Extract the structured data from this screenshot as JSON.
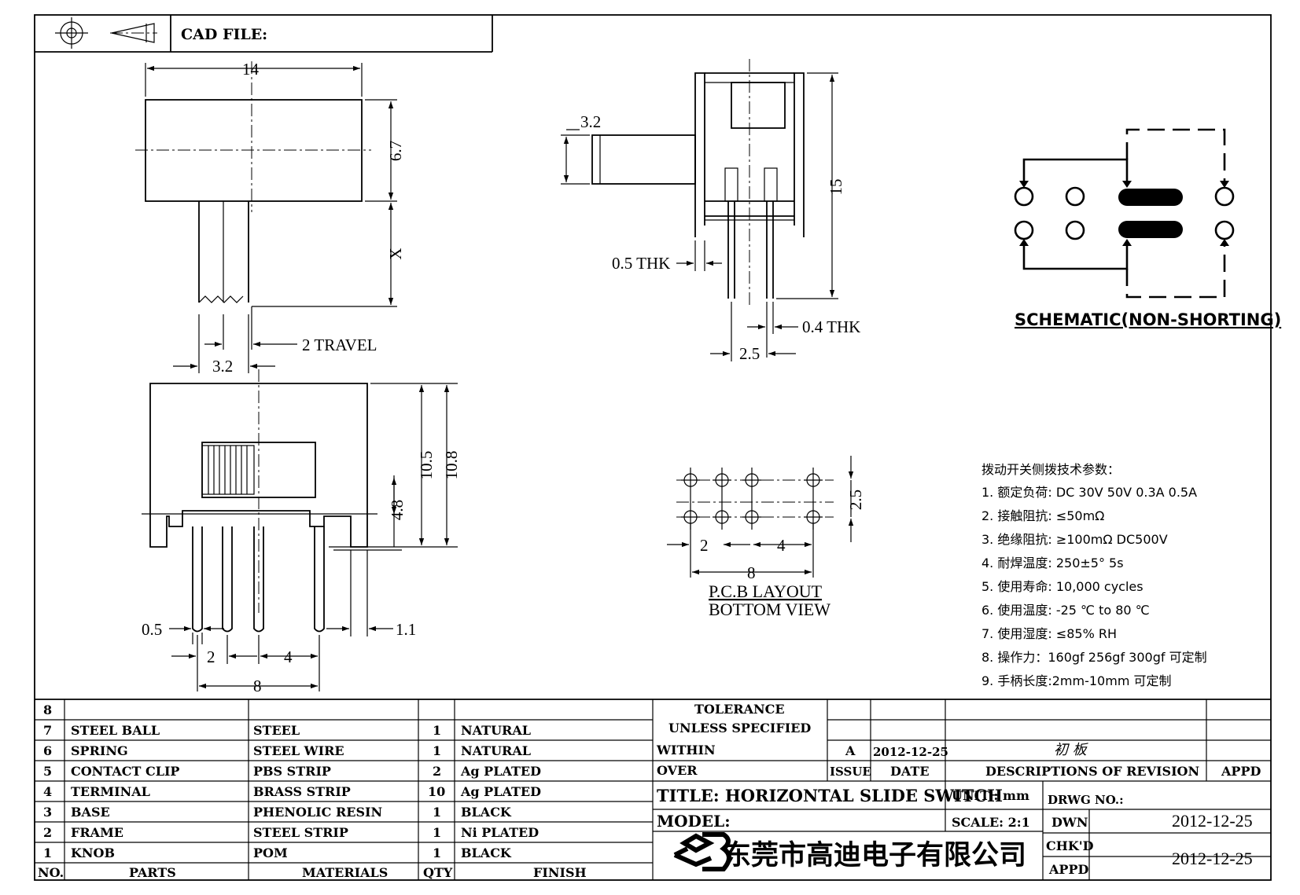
{
  "header": {
    "cad_file_label": "CAD FILE:"
  },
  "top_view": {
    "width": "14",
    "height": "6.7",
    "x_label": "X",
    "travel": "2 TRAVEL",
    "knob_width": "3.2"
  },
  "side_view": {
    "knob_dia": "3.2",
    "shell_thk": "0.5 THK",
    "height": "15",
    "pin_thk": "0.4 THK",
    "pin_pitch": "2.5"
  },
  "schematic": {
    "title": "SCHEMATIC(NON-SHORTING)"
  },
  "front_view": {
    "h1": "10.5",
    "h2": "10.8",
    "h3": "4.8",
    "pin_w": "0.5",
    "edge": "1.1",
    "p1": "2",
    "p2": "4",
    "total": "8"
  },
  "pcb": {
    "title": "P.C.B LAYOUT",
    "subtitle": "BOTTOM VIEW",
    "row_pitch": "2.5",
    "p1": "2",
    "p2": "4",
    "total": "8"
  },
  "specs": {
    "heading": "拨动开关侧拨技术参数：",
    "items": [
      "1.  额定负荷: DC 30V    50V    0.3A    0.5A",
      "2.  接触阻抗: ≤50mΩ",
      "3.  绝缘阻抗: ≥100mΩ   DC500V",
      "4.  耐焊温度: 250±5°   5s",
      "5.  使用寿命: 10,000 cycles",
      "6.  使用温度: -25  ℃  to 80  ℃",
      "7.  使用湿度: ≤85% RH",
      "8.  操作力：160gf    256gf    300gf  可定制",
      "9.  手柄长度:2mm-10mm   可定制"
    ]
  },
  "bom": {
    "headers": {
      "no": "NO.",
      "parts": "PARTS",
      "materials": "MATERIALS",
      "qty": "QTY",
      "finish": "FINISH"
    },
    "rows": [
      {
        "no": "8",
        "part": "",
        "material": "",
        "qty": "",
        "finish": ""
      },
      {
        "no": "7",
        "part": "STEEL BALL",
        "material": "STEEL",
        "qty": "1",
        "finish": "NATURAL"
      },
      {
        "no": "6",
        "part": "SPRING",
        "material": "STEEL WIRE",
        "qty": "1",
        "finish": "NATURAL"
      },
      {
        "no": "5",
        "part": "CONTACT CLIP",
        "material": "PBS STRIP",
        "qty": "2",
        "finish": "Ag PLATED"
      },
      {
        "no": "4",
        "part": "TERMINAL",
        "material": "BRASS STRIP",
        "qty": "10",
        "finish": "Ag PLATED"
      },
      {
        "no": "3",
        "part": "BASE",
        "material": "PHENOLIC RESIN",
        "qty": "1",
        "finish": "BLACK"
      },
      {
        "no": "2",
        "part": "FRAME",
        "material": "STEEL STRIP",
        "qty": "1",
        "finish": "Ni PLATED"
      },
      {
        "no": "1",
        "part": "KNOB",
        "material": "POM",
        "qty": "1",
        "finish": "BLACK"
      }
    ]
  },
  "title_block": {
    "tolerance": "TOLERANCE",
    "unless": "UNLESS   SPECIFIED",
    "within": "WITHIN",
    "over": "OVER",
    "issue_val": "A",
    "date_val": "2012-12-25",
    "rev_desc": "初 板",
    "issue_label": "ISSUE",
    "date_label": "DATE",
    "desc_label": "DESCRIPTIONS  OF  REVISION",
    "appd_label": "APPD",
    "title": "TITLE:  HORIZONTAL  SLIDE  SWITCH",
    "unit": "UNIT  :  mm",
    "drwg_no": "DRWG  NO.:",
    "model": "MODEL:",
    "scale": "SCALE:  2:1",
    "dwn": "DWN",
    "dwn_date": "2012-12-25",
    "chkd": "CHK'D",
    "appd": "APPD",
    "chk_date": "2012-12-25",
    "company": "东莞市高迪电子有限公司"
  }
}
